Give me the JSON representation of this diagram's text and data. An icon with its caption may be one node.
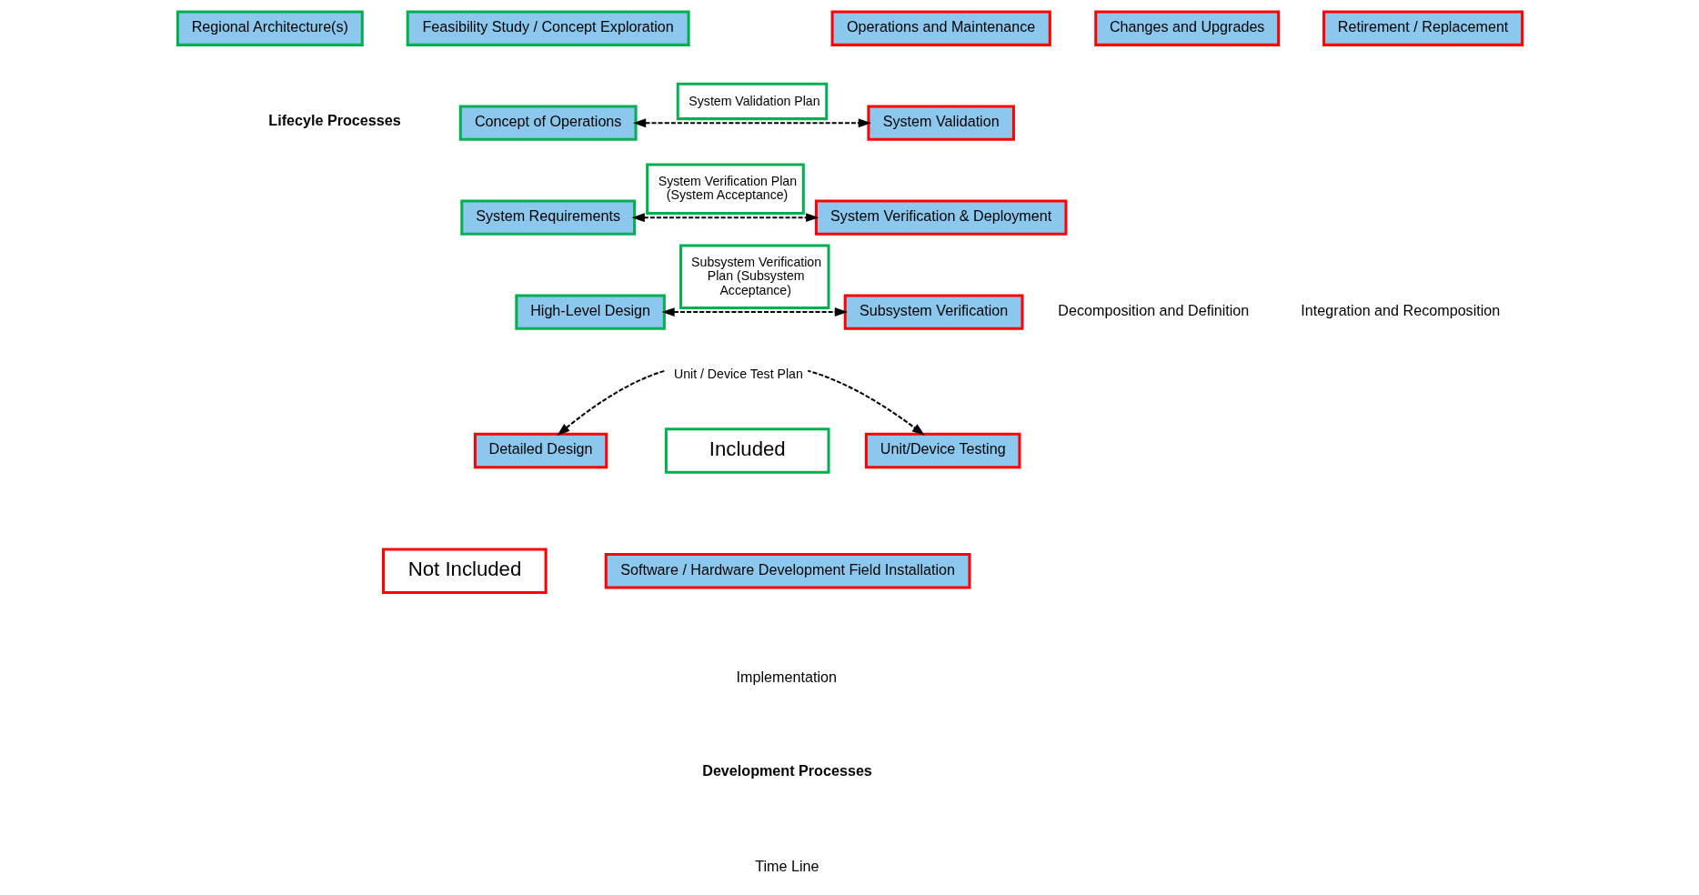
{
  "diagram": {
    "nodes": [
      {
        "text": [
          "Regional Architecture(s)"
        ]
      },
      {
        "text": [
          "Feasibility Study / Concept Exploration"
        ]
      },
      {
        "text": [
          "Concept of Operations"
        ]
      },
      {
        "text": [
          "System Requirements"
        ]
      },
      {
        "text": [
          "High-Level Design"
        ]
      },
      {
        "text": [
          "Detailed Design"
        ]
      },
      {
        "text": [
          "Software / Hardware Development Field Installation"
        ]
      },
      {
        "text": [
          "Unit/Device Testing"
        ]
      },
      {
        "text": [
          "Subsystem Verification"
        ]
      },
      {
        "text": [
          "System Verification & Deployment"
        ]
      },
      {
        "text": [
          "System Validation"
        ]
      },
      {
        "text": [
          "Operations and Maintenance"
        ]
      },
      {
        "text": [
          "Changes and Upgrades"
        ]
      },
      {
        "text": [
          "Retirement / Replacement"
        ]
      }
    ],
    "edges": [
      {
        "from": 2,
        "to": 10,
        "arrow": "both",
        "style": "dashed",
        "label": "System Validation Plan"
      },
      {
        "from": 3,
        "to": 9,
        "arrow": "both",
        "style": "dashed",
        "label": "System Verification Plan (System Acceptance)"
      },
      {
        "from": 4,
        "to": 8,
        "arrow": "both",
        "style": "dashed",
        "label": "Subsystem Verification Plan (Subsystem Acceptance)"
      },
      {
        "from": 5,
        "to": 7,
        "arrow": "both",
        "style": "dashed",
        "label": "Unit / Device Test Plan"
      }
    ],
    "labels": [
      "Lifecyle Processes",
      "Decomposition and Definition",
      "Integration and Recomposition",
      "Implementation",
      "Development Processes",
      "Time Line"
    ],
    "legend": [
      {
        "text": "Included",
        "color": "#00b050"
      },
      {
        "text": "Not Included",
        "color": "#ff0000"
      }
    ]
  }
}
